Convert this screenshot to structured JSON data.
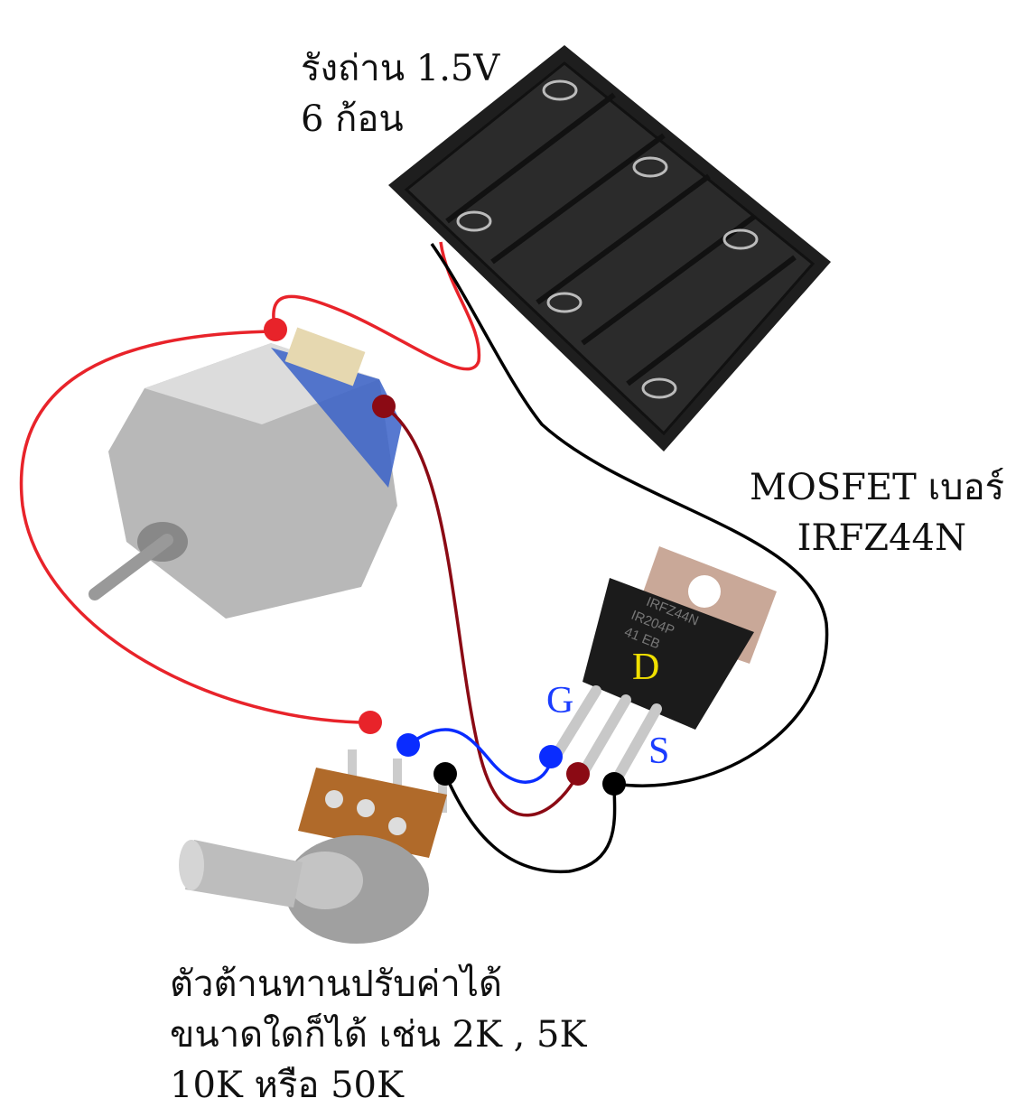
{
  "battery": {
    "line1": "รังถ่าน 1.5V",
    "line2": "6 ก้อน"
  },
  "mosfet": {
    "line1": "MOSFET เบอร์",
    "line2": "IRFZ44N",
    "marking1": "IRFZ44N",
    "marking2": "IR204P",
    "marking3": "41   EB"
  },
  "pins": {
    "gate": "G",
    "drain": "D",
    "source": "S"
  },
  "pins_colors": {
    "gate": "#1a3cff",
    "drain": "#f0e000",
    "source": "#1a3cff"
  },
  "potentiometer": {
    "line1": "ตัวต้านทานปรับค่าได้",
    "line2": "ขนาดใดก็ได้ เช่น 2K , 5K",
    "line3": "10K หรือ 50K"
  },
  "wire_colors": {
    "red": "#e8232a",
    "dark_red": "#8b0a14",
    "blue": "#0a2cff",
    "black": "#000000"
  }
}
